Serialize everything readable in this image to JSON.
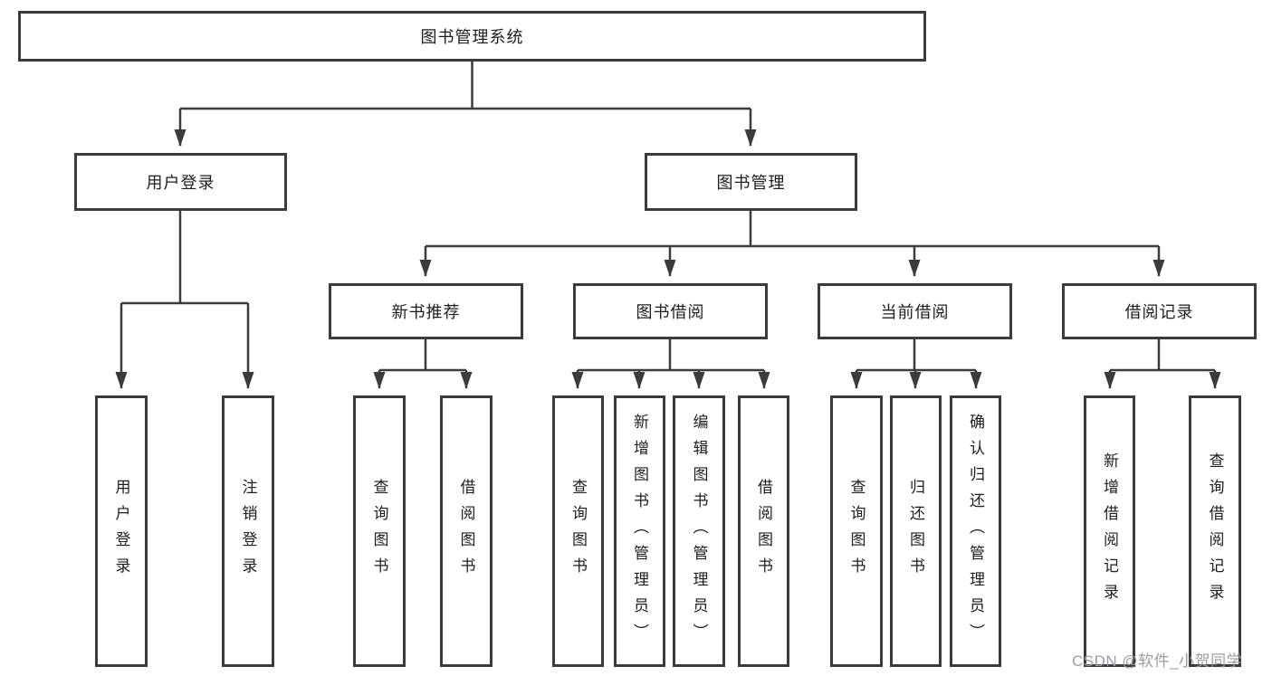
{
  "colors": {
    "line": "#3b3b3b",
    "box_border": "#3b3b3b",
    "box_fill": "#ffffff",
    "text": "#1d1d1f",
    "watermark": "#989da7",
    "background": "#ffffff"
  },
  "root": {
    "label": "图书管理系统"
  },
  "level2": [
    {
      "label": "用户登录"
    },
    {
      "label": "图书管理"
    }
  ],
  "level3": [
    {
      "label": "新书推荐",
      "parent": "图书管理"
    },
    {
      "label": "图书借阅",
      "parent": "图书管理"
    },
    {
      "label": "当前借阅",
      "parent": "图书管理"
    },
    {
      "label": "借阅记录",
      "parent": "图书管理"
    }
  ],
  "leaves": [
    {
      "label": "用户登录",
      "parent": "用户登录"
    },
    {
      "label": "注销登录",
      "parent": "用户登录"
    },
    {
      "label": "查询图书",
      "parent": "新书推荐"
    },
    {
      "label": "借阅图书",
      "parent": "新书推荐"
    },
    {
      "label": "查询图书",
      "parent": "图书借阅"
    },
    {
      "label": "新增图书（管理员）",
      "parent": "图书借阅"
    },
    {
      "label": "编辑图书（管理员）",
      "parent": "图书借阅"
    },
    {
      "label": "借阅图书",
      "parent": "图书借阅"
    },
    {
      "label": "查询图书",
      "parent": "当前借阅"
    },
    {
      "label": "归还图书",
      "parent": "当前借阅"
    },
    {
      "label": "确认归还（管理员）",
      "parent": "当前借阅"
    },
    {
      "label": "新增借阅记录",
      "parent": "借阅记录"
    },
    {
      "label": "查询借阅记录",
      "parent": "借阅记录"
    }
  ],
  "watermark": {
    "text": "CSDN @软件_小贺同学"
  }
}
